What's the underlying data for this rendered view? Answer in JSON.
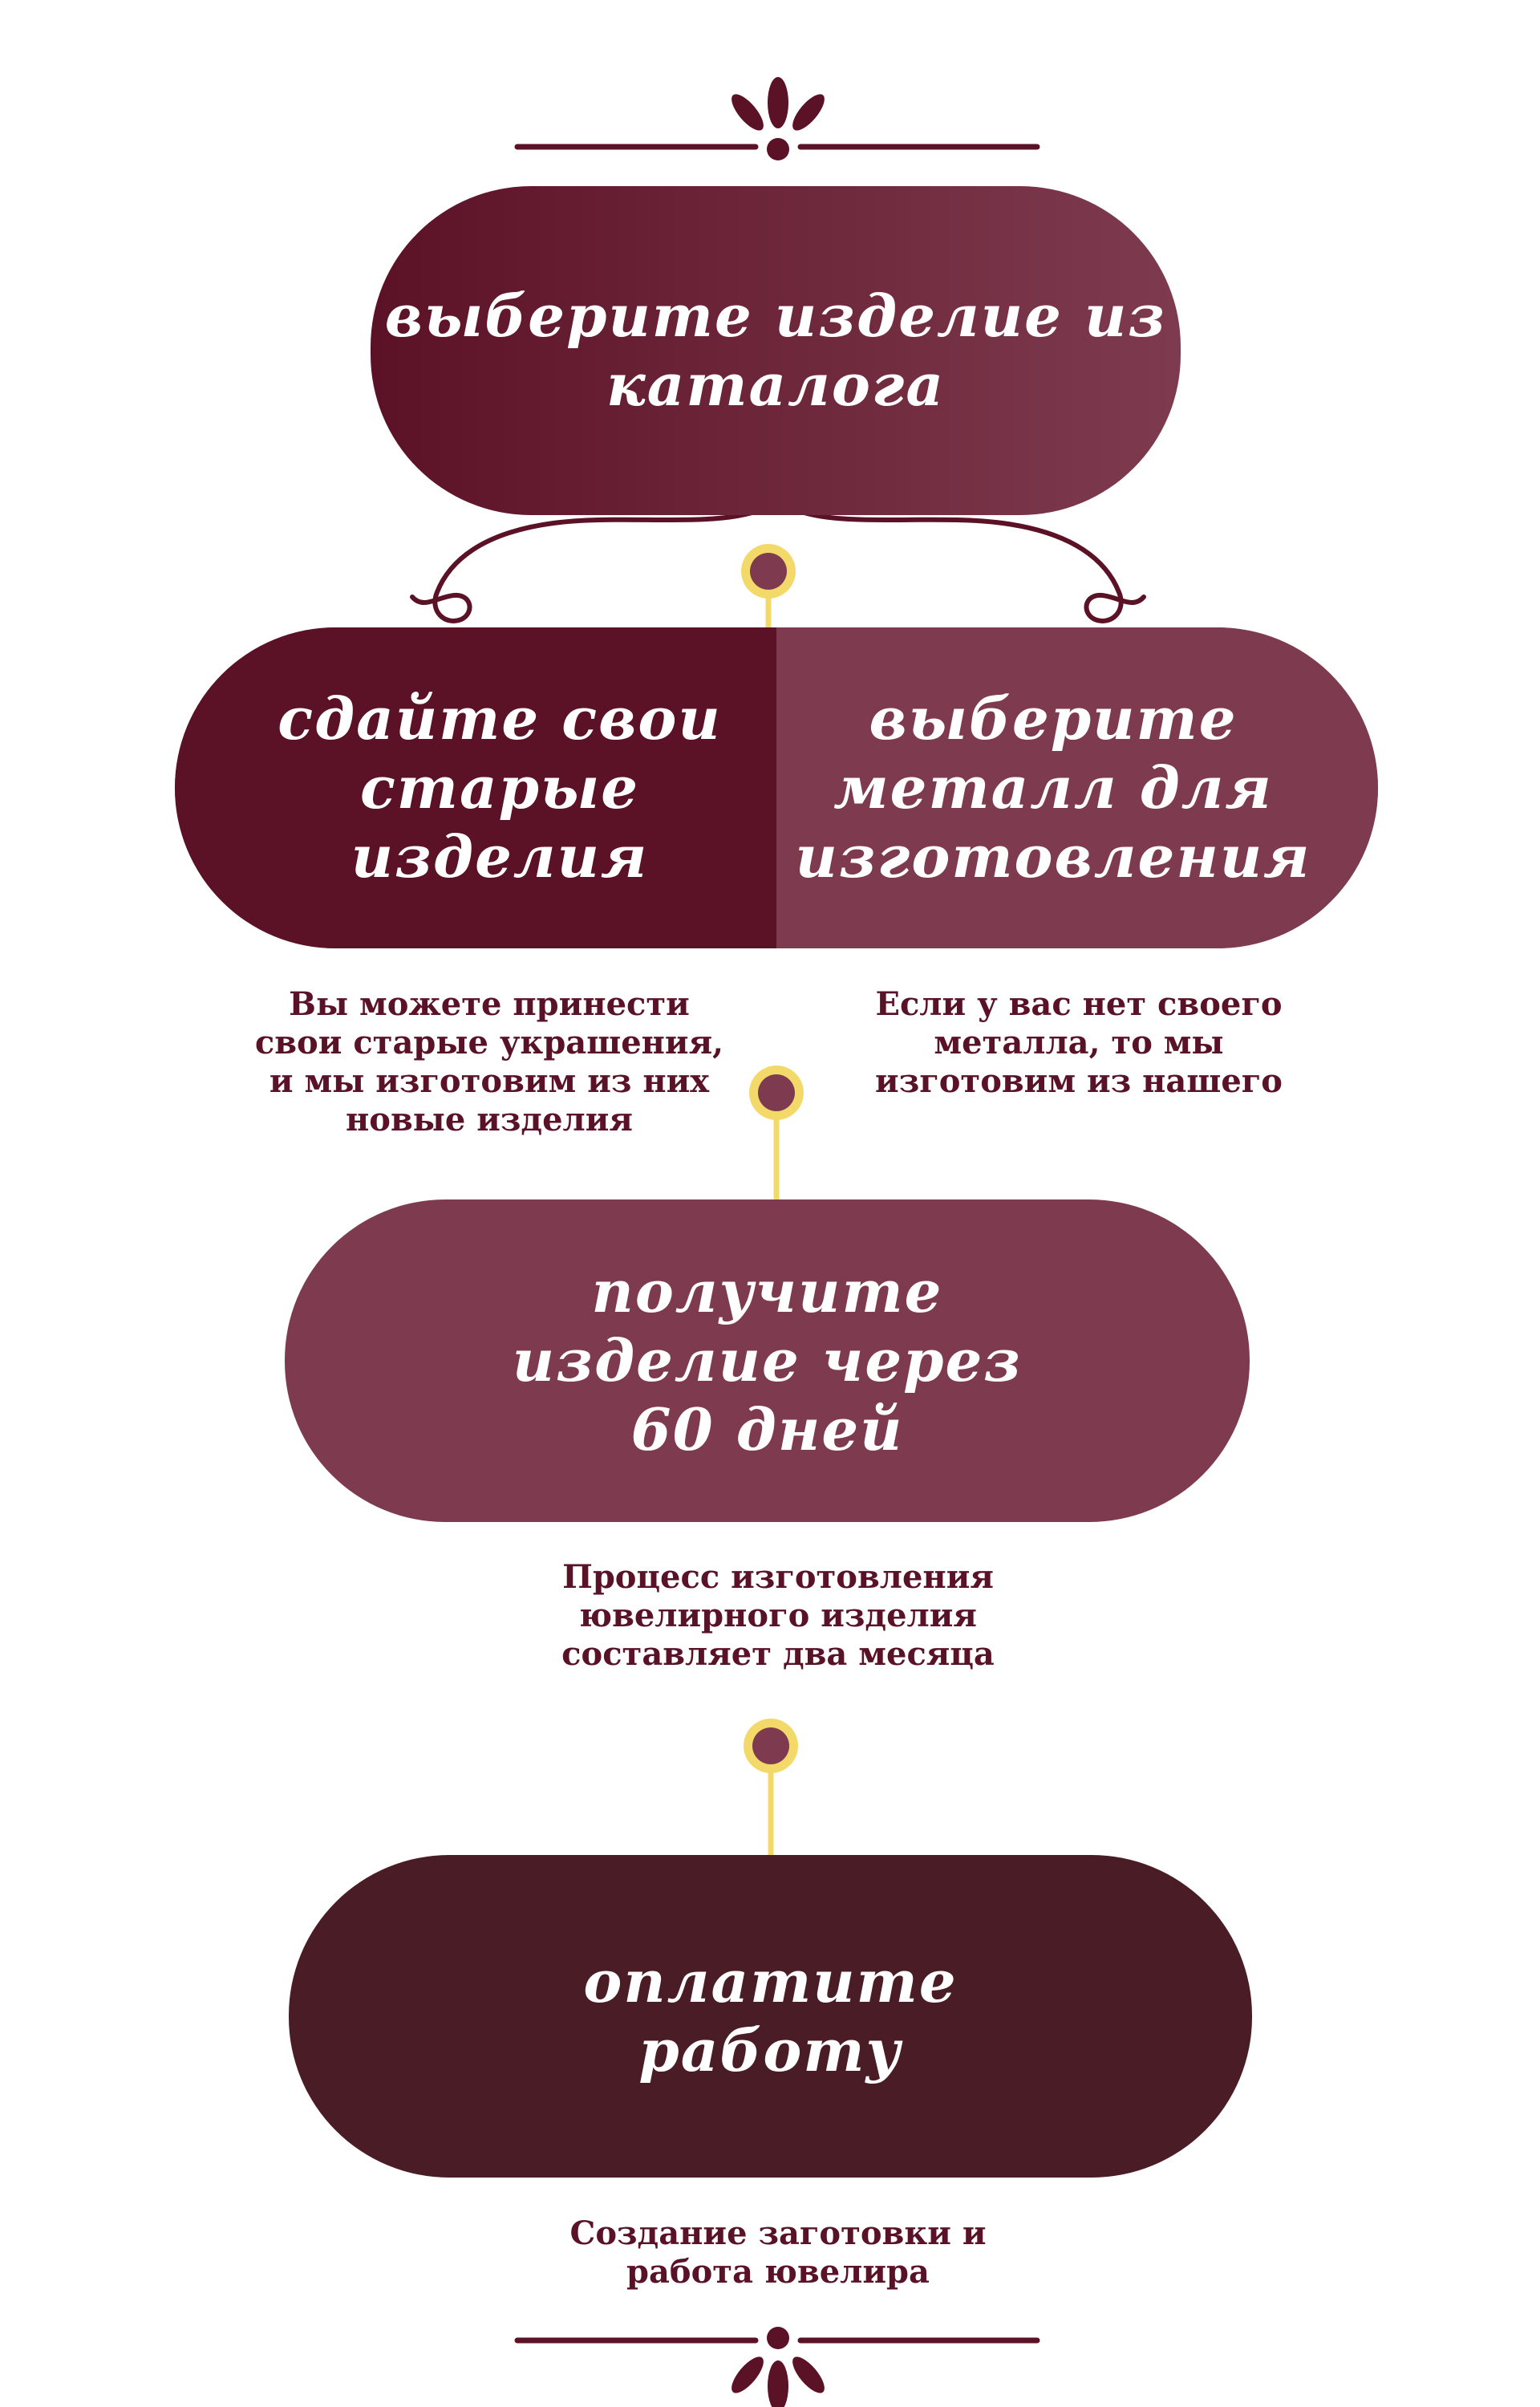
{
  "steps": {
    "step1": {
      "title": "выберите изделие из\nкаталога"
    },
    "step2a": {
      "title": "сдайте свои\nстарые\nизделия",
      "note": "Вы можете принести\nсвои старые украшения,\nи мы изготовим из них\nновые изделия"
    },
    "step2b": {
      "title": "выберите\nметалл для\nизготовления",
      "note": "Если у вас нет своего\nметалла, то мы\nизготовим из нашего"
    },
    "step3": {
      "title": "получите\nизделие через\n60 дней",
      "note": "Процесс изготовления\nювелирного изделия\nсоставляет два месяца"
    },
    "step4": {
      "title": "оплатите\nработу",
      "note": "Создание заготовки и\nработа ювелира"
    }
  },
  "colors": {
    "dark_maroon": "#5c1226",
    "mauve": "#7e3b4f",
    "deep_plum": "#4a1c26",
    "connector_yellow": "#f3d96a",
    "text_maroon": "#5a1228"
  },
  "icons": [
    "ornament-top-icon",
    "flourish-scroll-icon",
    "connector-dot-icon",
    "ornament-bottom-icon"
  ]
}
